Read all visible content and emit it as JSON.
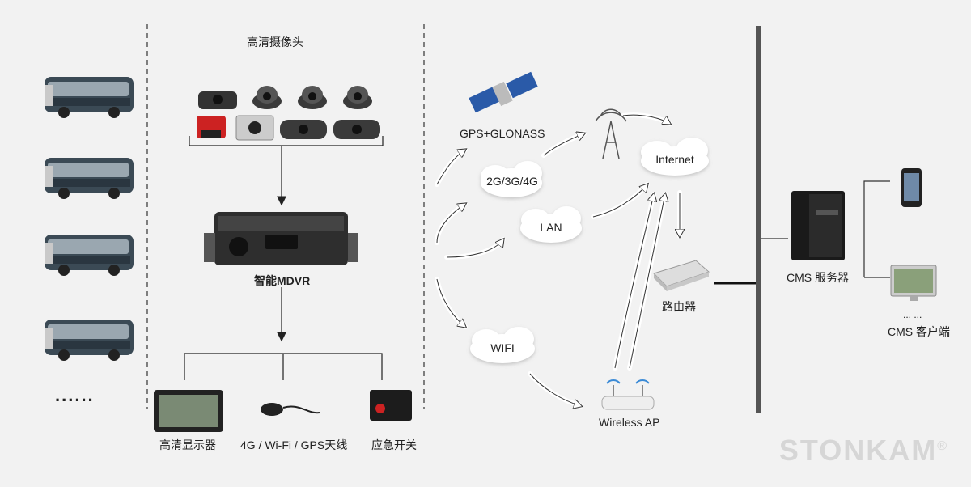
{
  "cameras": {
    "title": "高清摄像头"
  },
  "mdvr": {
    "label": "智能MDVR"
  },
  "peripherals": {
    "display": "高清显示器",
    "antenna": "4G / Wi-Fi / GPS天线",
    "emergency": "应急开关"
  },
  "buses": {
    "more": "......"
  },
  "network": {
    "gps": "GPS+GLONASS",
    "cellular": "2G/3G/4G",
    "lan": "LAN",
    "wifi": "WIFI",
    "internet": "Internet",
    "router": "路由器",
    "wireless_ap": "Wireless AP"
  },
  "server": {
    "label": "CMS 服务器"
  },
  "client": {
    "dots": "... ...",
    "label": "CMS 客户端"
  },
  "brand": {
    "name": "STONKAM",
    "mark": "®"
  },
  "colors": {
    "background": "#f2f2f2",
    "line": "#222222",
    "bar": "#555555",
    "cloud": "#ffffff"
  }
}
